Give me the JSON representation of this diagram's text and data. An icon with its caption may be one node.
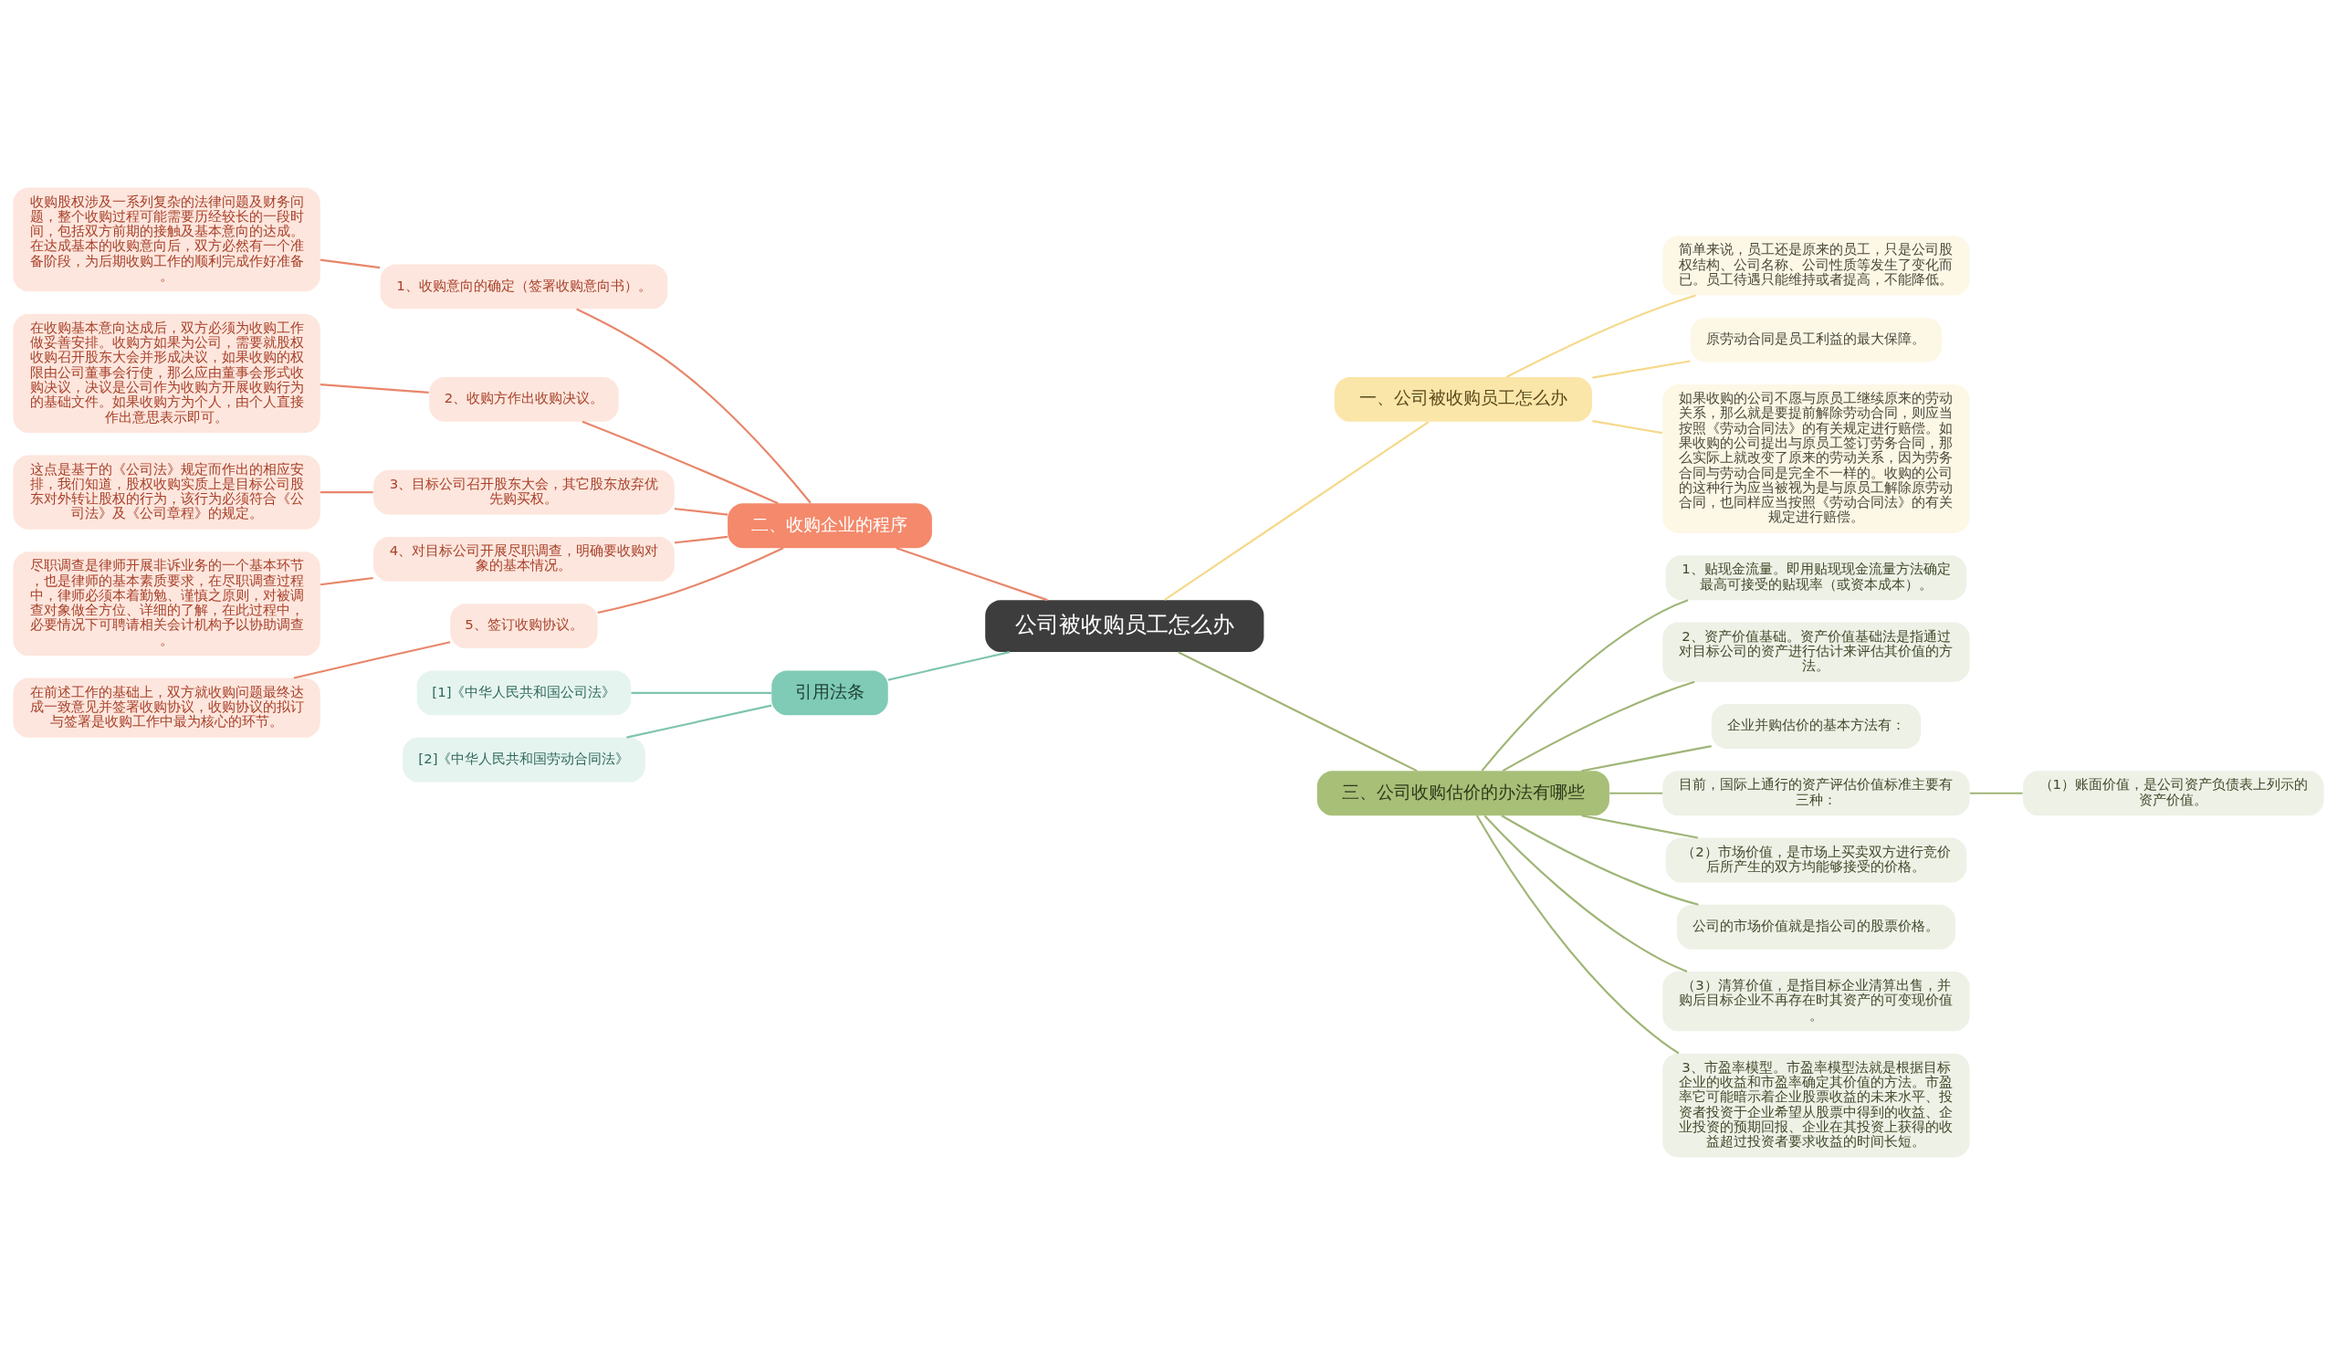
{
  "diagram": {
    "nodes": [
      {
        "text": [
          "公司被收购员工怎么办"
        ]
      },
      {
        "text": [
          "一、公司被收购员工怎么办"
        ]
      },
      {
        "text": [
          "简单来说，员工还是原来的员工，只是公司股权结构、公司名称、公司性质等发生了变化而已。员工待遇只能维持或者提高，不能降低。"
        ]
      },
      {
        "text": [
          "原劳动合同是员工利益的最大保障。"
        ]
      },
      {
        "text": [
          "如果收购的公司不愿与原员工继续原来的劳动关系，那么就是要提前解除劳动合同，则应当按照《劳动合同法》的有关规定进行赔偿。如果收购的公司提出与原员工签订劳务合同，那么实际上就改变了原来的劳动关系，因为劳务合同与劳动合同是完全不一样的。收购的公司的这种行为应当被视为是与原员工解除原劳动合同，也同样应当按照《劳动合同法》的有关规定进行赔偿。"
        ]
      },
      {
        "text": [
          "二、收购企业的程序"
        ]
      },
      {
        "text": [
          "1、收购意向的确定（签署收购意向书）。"
        ]
      },
      {
        "text": [
          "收购股权涉及一系列复杂的法律问题及财务问题，整个收购过程可能需要历经较长的一段时间，包括双方前期的接触及基本意向的达成。在达成基本的收购意向后，双方必然有一个准备阶段，为后期收购工作的顺利完成作好准备。"
        ]
      },
      {
        "text": [
          "2、收购方作出收购决议。"
        ]
      },
      {
        "text": [
          "在收购基本意向达成后，双方必须为收购工作做妥善安排。收购方如果为公司，需要就股权收购召开股东大会并形成决议，如果收购的权限由公司董事会行使，那么应由董事会形式收购决议，决议是公司作为收购方开展收购行为的基础文件。如果收购方为个人，由个人直接作出意思表示即可。"
        ]
      },
      {
        "text": [
          "3、目标公司召开股东大会，其它股东放弃优先购买权。"
        ]
      },
      {
        "text": [
          "这点是基于的《公司法》规定而作出的相应安排，我们知道，股权收购实质上是目标公司股东对外转让股权的行为，该行为必须符合《公司法》及《公司章程》的规定。"
        ]
      },
      {
        "text": [
          "4、对目标公司开展尽职调查，明确要收购对象的基本情况。"
        ]
      },
      {
        "text": [
          "尽职调查是律师开展非诉业务的一个基本环节，也是律师的基本素质要求，在尽职调查过程中，律师必须本着勤勉、谨慎之原则，对被调查对象做全方位、详细的了解，在此过程中，必要情况下可聘请相关会计机构予以协助调查。"
        ]
      },
      {
        "text": [
          "5、签订收购协议。"
        ]
      },
      {
        "text": [
          "在前述工作的基础上，双方就收购问题最终达成一致意见并签署收购协议，收购协议的拟订与签署是收购工作中最为核心的环节。"
        ]
      },
      {
        "text": [
          "三、公司收购估价的办法有哪些"
        ]
      },
      {
        "text": [
          "1、贴现金流量。即用贴现现金流量方法确定最高可接受的贴现率（或资本成本）。"
        ]
      },
      {
        "text": [
          "2、资产价值基础。资产价值基础法是指通过对目标公司的资产进行估计来评估其价值的方法。"
        ]
      },
      {
        "text": [
          "企业并购估价的基本方法有："
        ]
      },
      {
        "text": [
          "目前，国际上通行的资产评估价值标准主要有三种："
        ]
      },
      {
        "text": [
          "（1）账面价值，是公司资产负债表上列示的资产价值。"
        ]
      },
      {
        "text": [
          "（2）市场价值，是市场上买卖双方进行竞价后所产生的双方均能够接受的价格。"
        ]
      },
      {
        "text": [
          "公司的市场价值就是指公司的股票价格。"
        ]
      },
      {
        "text": [
          "（3）清算价值，是指目标企业清算出售，并购后目标企业不再存在时其资产的可变现价值。"
        ]
      },
      {
        "text": [
          "3、市盈率模型。市盈率模型法就是根据目标企业的收益和市盈率确定其价值的方法。市盈率它可能暗示着企业股票收益的未来水平、投资者投资于企业希望从股票中得到的收益、企业投资的预期回报、企业在其投资上获得的收益超过投资者要求收益的时间长短。"
        ]
      },
      {
        "text": [
          "引用法条"
        ]
      },
      {
        "text": [
          "[1]《中华人民共和国公司法》"
        ]
      },
      {
        "text": [
          "[2]《中华人民共和国劳动合同法》"
        ]
      }
    ],
    "edges": [
      {
        "from": 0,
        "to": 1,
        "arrow": "none",
        "color": "#f5d98a"
      },
      {
        "from": 1,
        "to": 2,
        "arrow": "none",
        "color": "#f5d98a"
      },
      {
        "from": 1,
        "to": 3,
        "arrow": "none",
        "color": "#f5d98a"
      },
      {
        "from": 1,
        "to": 4,
        "arrow": "none",
        "color": "#f5d98a"
      },
      {
        "from": 0,
        "to": 5,
        "arrow": "none",
        "color": "#e8866a"
      },
      {
        "from": 5,
        "to": 6,
        "arrow": "none",
        "color": "#e8866a"
      },
      {
        "from": 6,
        "to": 7,
        "arrow": "none",
        "color": "#e8866a"
      },
      {
        "from": 5,
        "to": 8,
        "arrow": "none",
        "color": "#e8866a"
      },
      {
        "from": 8,
        "to": 9,
        "arrow": "none",
        "color": "#e8866a"
      },
      {
        "from": 5,
        "to": 10,
        "arrow": "none",
        "color": "#e8866a"
      },
      {
        "from": 10,
        "to": 11,
        "arrow": "none",
        "color": "#e8866a"
      },
      {
        "from": 5,
        "to": 12,
        "arrow": "none",
        "color": "#e8866a"
      },
      {
        "from": 12,
        "to": 13,
        "arrow": "none",
        "color": "#e8866a"
      },
      {
        "from": 5,
        "to": 14,
        "arrow": "none",
        "color": "#e8866a"
      },
      {
        "from": 14,
        "to": 15,
        "arrow": "none",
        "color": "#e8866a"
      },
      {
        "from": 0,
        "to": 16,
        "arrow": "none",
        "color": "#9fb576"
      },
      {
        "from": 16,
        "to": 17,
        "arrow": "none",
        "color": "#9fb576"
      },
      {
        "from": 16,
        "to": 18,
        "arrow": "none",
        "color": "#9fb576"
      },
      {
        "from": 16,
        "to": 19,
        "arrow": "none",
        "color": "#9fb576"
      },
      {
        "from": 16,
        "to": 20,
        "arrow": "none",
        "color": "#9fb576"
      },
      {
        "from": 20,
        "to": 21,
        "arrow": "none",
        "color": "#9fb576"
      },
      {
        "from": 16,
        "to": 22,
        "arrow": "none",
        "color": "#9fb576"
      },
      {
        "from": 16,
        "to": 23,
        "arrow": "none",
        "color": "#9fb576"
      },
      {
        "from": 16,
        "to": 24,
        "arrow": "none",
        "color": "#9fb576"
      },
      {
        "from": 16,
        "to": 25,
        "arrow": "none",
        "color": "#9fb576"
      },
      {
        "from": 0,
        "to": 26,
        "arrow": "none",
        "color": "#7fc4b0"
      },
      {
        "from": 26,
        "to": 27,
        "arrow": "none",
        "color": "#7fc4b0"
      },
      {
        "from": 26,
        "to": 28,
        "arrow": "none",
        "color": "#7fc4b0"
      }
    ]
  }
}
